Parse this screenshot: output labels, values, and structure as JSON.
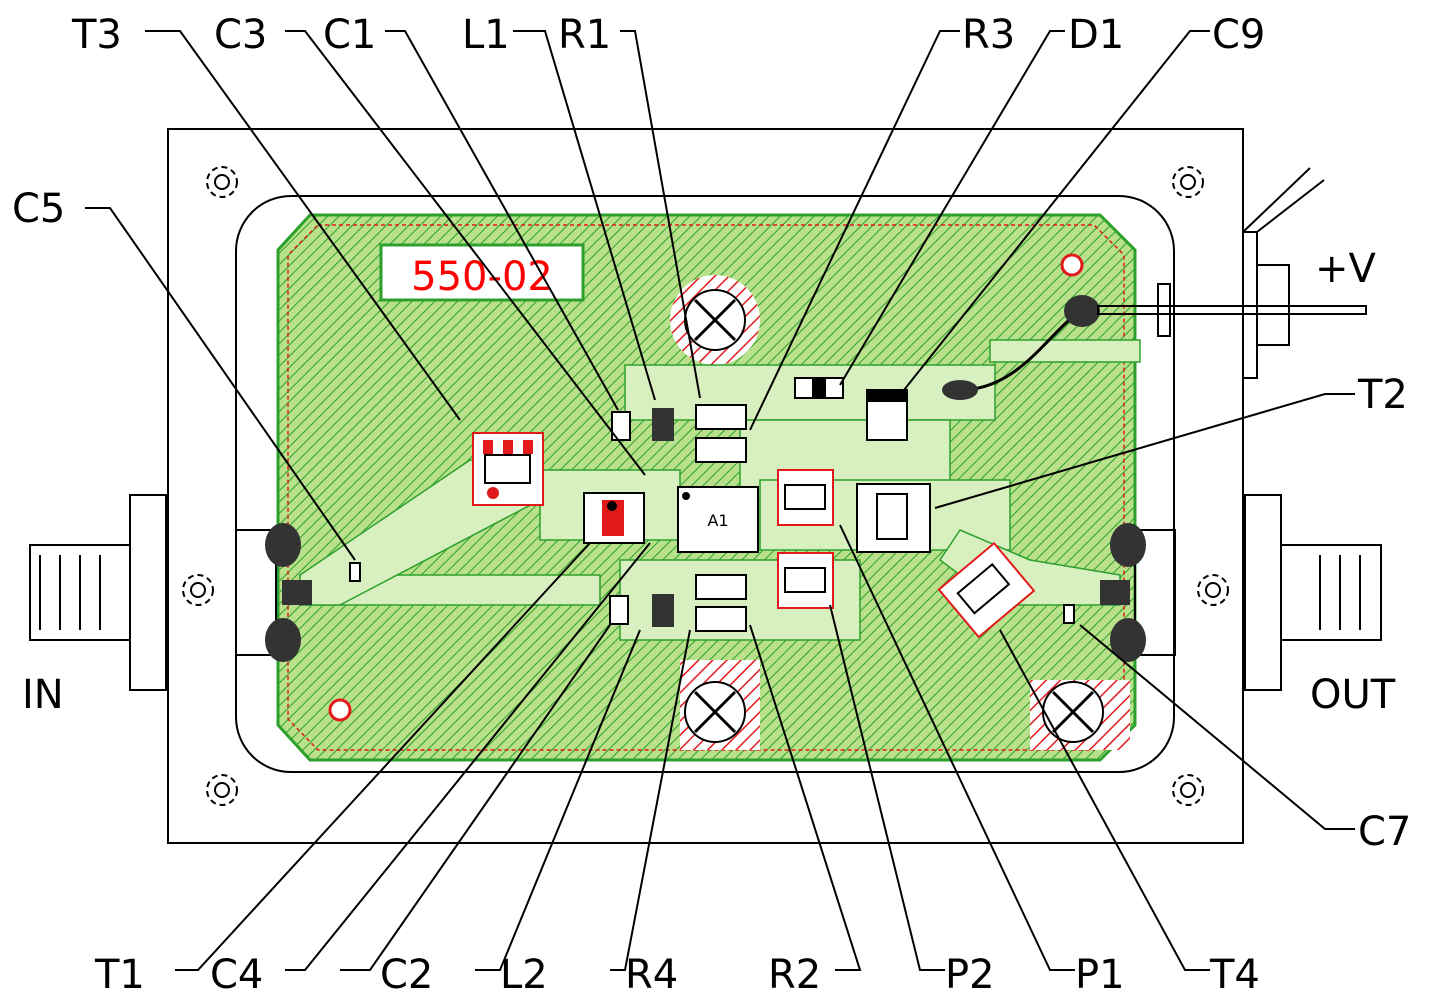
{
  "board": {
    "part_number": "550-02",
    "ic_label": "A1"
  },
  "ports": {
    "input": "IN",
    "output": "OUT",
    "supply": "+V"
  },
  "callouts": {
    "top": [
      "T3",
      "C3",
      "C1",
      "L1",
      "R1",
      "R3",
      "D1",
      "C9"
    ],
    "left": [
      "C5"
    ],
    "right": [
      "T2",
      "C7"
    ],
    "bottom": [
      "T1",
      "C4",
      "C2",
      "L2",
      "R4",
      "R2",
      "P2",
      "P1",
      "T4"
    ]
  },
  "colors": {
    "board_fill": "#a6d96a",
    "trace_green": "#2ca02c",
    "pad_red": "#e31a1c",
    "via_magenta": "#cc33cc",
    "label_red": "#ff0000"
  }
}
